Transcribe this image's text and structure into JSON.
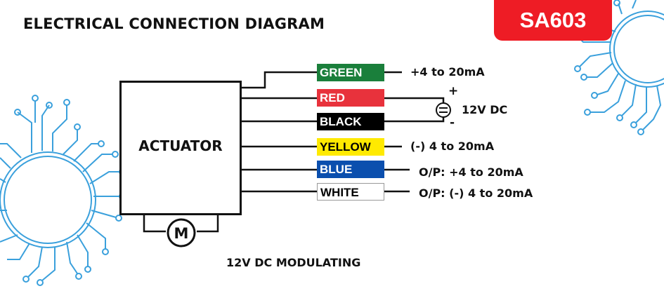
{
  "title": "ELECTRICAL CONNECTION DIAGRAM",
  "badge": {
    "text": "SA603",
    "color": "#ee1c25"
  },
  "actuator": {
    "label": "ACTUATOR"
  },
  "motor": {
    "label": "M"
  },
  "wires": [
    {
      "name": "GREEN",
      "bg": "#1a7f3b",
      "fg": "#ffffff"
    },
    {
      "name": "RED",
      "bg": "#e8323c",
      "fg": "#ffffff"
    },
    {
      "name": "BLACK",
      "bg": "#000000",
      "fg": "#ffffff"
    },
    {
      "name": "YELLOW",
      "bg": "#ffea00",
      "fg": "#000000"
    },
    {
      "name": "BLUE",
      "bg": "#0b4fae",
      "fg": "#ffffff"
    },
    {
      "name": "WHITE",
      "bg": "#ffffff",
      "fg": "#000000"
    }
  ],
  "signals": {
    "green": "+4 to 20mA",
    "yellow": "(-) 4 to 20mA",
    "blue": "O/P: +4 to 20mA",
    "white": "O/P: (-) 4 to 20mA"
  },
  "supply": {
    "label": "12V DC",
    "plus": "+",
    "minus": "-"
  },
  "footer": "12V DC MODULATING",
  "decoration": {
    "circuit_color": "#3aa0dc"
  }
}
